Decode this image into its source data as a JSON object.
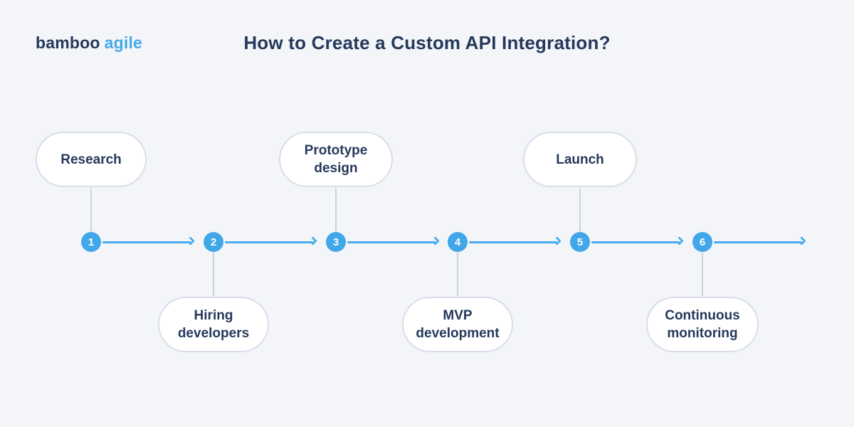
{
  "logo": {
    "part1": "bamboo",
    "part2": "agile"
  },
  "title": "How to Create a Custom API Integration?",
  "steps": [
    {
      "number": "1",
      "label": "Research",
      "position": "above"
    },
    {
      "number": "2",
      "label": "Hiring developers",
      "position": "below"
    },
    {
      "number": "3",
      "label": "Prototype design",
      "position": "above"
    },
    {
      "number": "4",
      "label": "MVP development",
      "position": "below"
    },
    {
      "number": "5",
      "label": "Launch",
      "position": "above"
    },
    {
      "number": "6",
      "label": "Continuous monitoring",
      "position": "below"
    }
  ],
  "colors": {
    "bg": "#f3f5f9",
    "navy": "#25395b",
    "accent": "#41a7e8",
    "arrow": "#4aacee",
    "connector": "#ccd3de",
    "bubble_border": "#d8dde8",
    "bubble_fill": "#ffffff",
    "logo_blue": "#47a9e8"
  }
}
